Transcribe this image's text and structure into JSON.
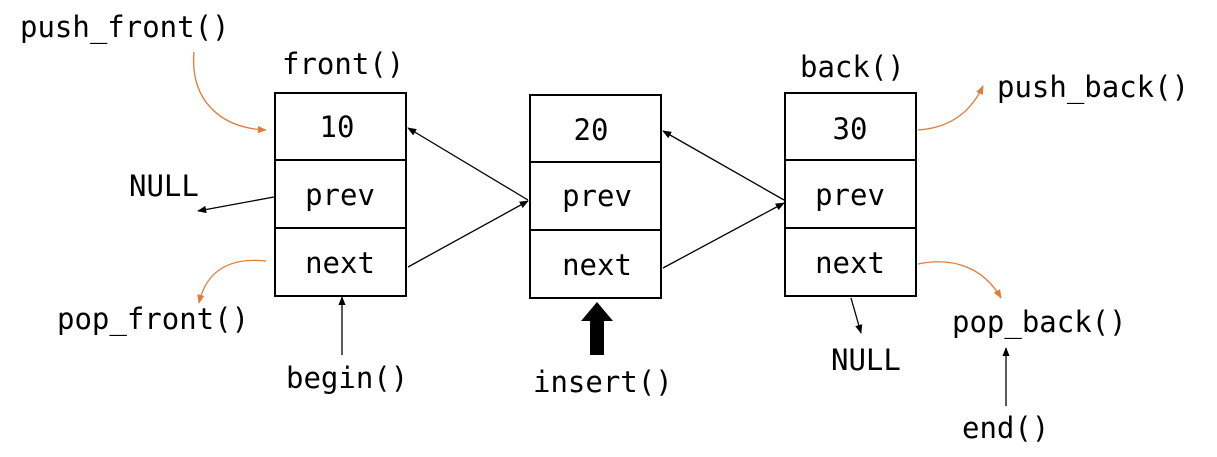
{
  "colors": {
    "accent_curve": "#E07B39",
    "stroke": "#000000",
    "background": "#ffffff"
  },
  "nodes": [
    {
      "value": "10",
      "prev": "prev",
      "next": "next"
    },
    {
      "value": "20",
      "prev": "prev",
      "next": "next"
    },
    {
      "value": "30",
      "prev": "prev",
      "next": "next"
    }
  ],
  "labels": {
    "push_front": "push_front()",
    "front": "front()",
    "back": "back()",
    "push_back": "push_back()",
    "null_left": "NULL",
    "pop_front": "pop_front()",
    "begin": "begin()",
    "insert": "insert()",
    "null_right": "NULL",
    "pop_back": "pop_back()",
    "end": "end()"
  }
}
